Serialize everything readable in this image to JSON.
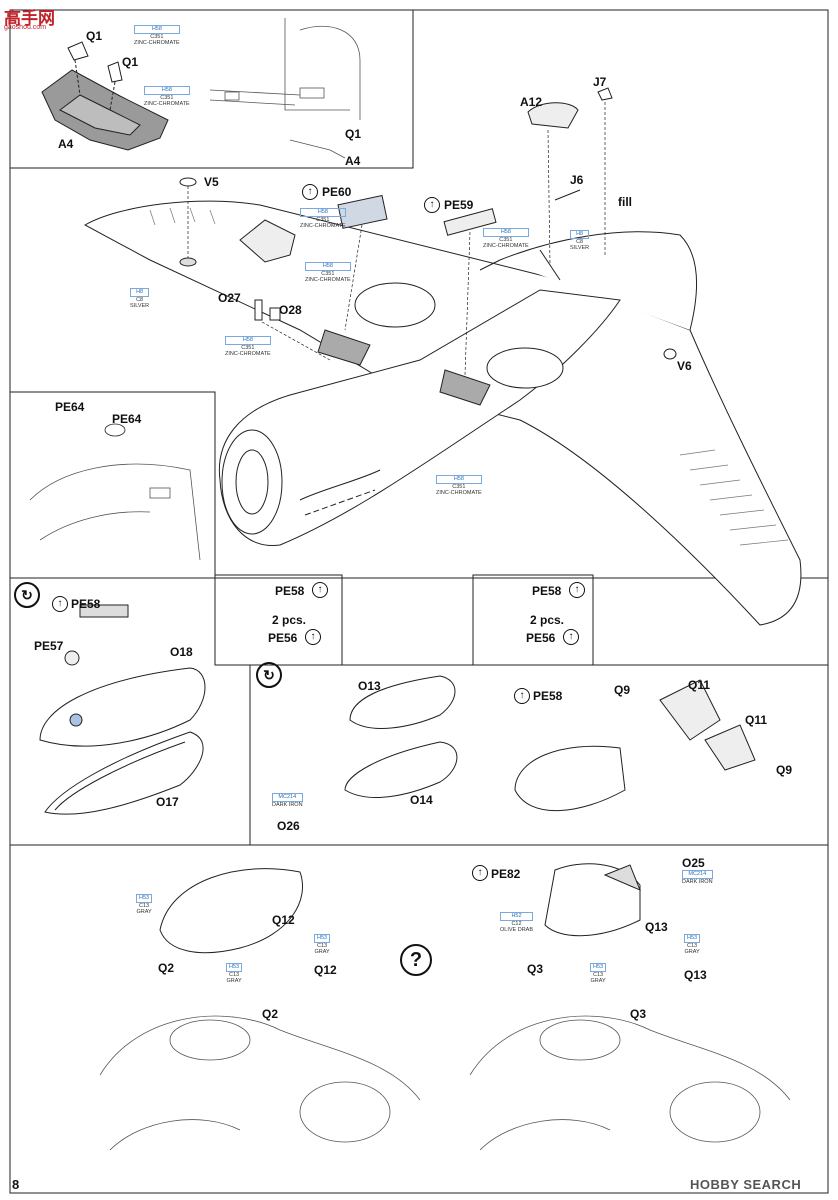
{
  "page_number": "8",
  "watermark": {
    "top_logo": "高手网",
    "top_url": "gaoshou.com",
    "bottom": "HOBBY SEARCH"
  },
  "labels": {
    "q1a": "Q1",
    "q1b": "Q1",
    "a4": "A4",
    "q1c": "Q1",
    "a4b": "A4",
    "a12": "A12",
    "j7": "J7",
    "j6": "J6",
    "fill": "fill",
    "v5": "V5",
    "pe60": "PE60",
    "pe59": "PE59",
    "o27": "O27",
    "o28": "O28",
    "v6": "V6",
    "pe64a": "PE64",
    "pe64b": "PE64",
    "pe58a": "PE58",
    "pe57": "PE57",
    "o18": "O18",
    "o17": "O17",
    "pe58b": "PE58",
    "pcs1": "2 pcs.",
    "pe56a": "PE56",
    "pe58c": "PE58",
    "pcs2": "2 pcs.",
    "pe56b": "PE56",
    "o13": "O13",
    "o14": "O14",
    "o26": "O26",
    "pe58d": "PE58",
    "q9a": "Q9",
    "q11a": "Q11",
    "q11b": "Q11",
    "q9b": "Q9",
    "pe82": "PE82",
    "o25": "O25",
    "q12a": "Q12",
    "q2a": "Q2",
    "q12b": "Q12",
    "q2b": "Q2",
    "q13a": "Q13",
    "q3a": "Q3",
    "q13b": "Q13",
    "q3b": "Q3",
    "question": "?"
  },
  "paints": {
    "zinc": {
      "code": "H58",
      "num": "C351",
      "name": "ZINC-CHROMATE"
    },
    "silver": {
      "code": "H8",
      "num": "C8",
      "name": "SILVER"
    },
    "dark_iron": {
      "code": "MC214",
      "num": "",
      "name": "DARK IRON"
    },
    "gray": {
      "code": "H53",
      "num": "C13",
      "name": "GRAY"
    },
    "olive_drab": {
      "code": "H52",
      "num": "C12",
      "name": "OLIVE DRAB"
    }
  },
  "colors": {
    "accent": "#2a6fc0",
    "line": "#222222",
    "hatch": "#777777"
  }
}
